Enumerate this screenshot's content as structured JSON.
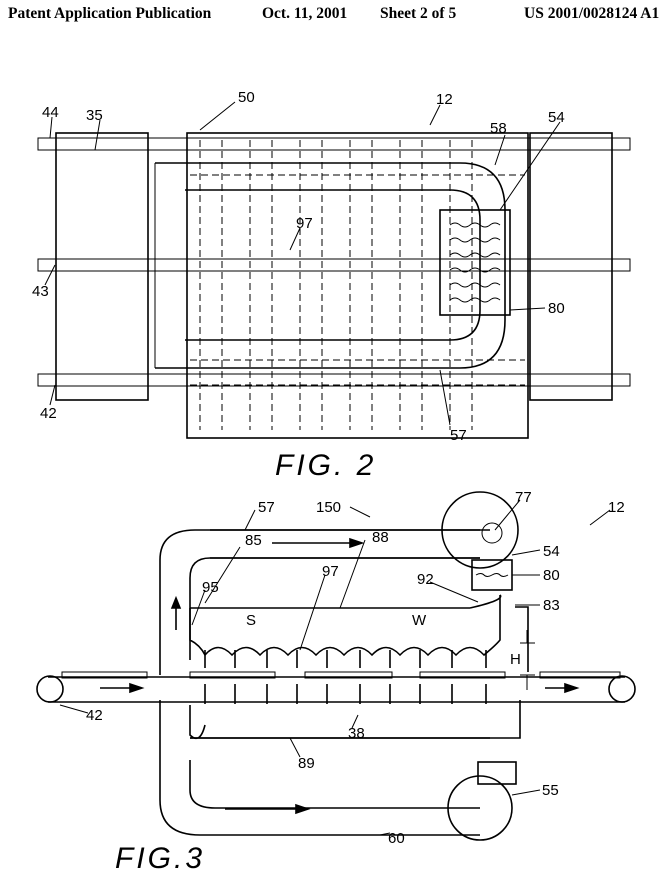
{
  "header": {
    "publication": "Patent Application Publication",
    "date": "Oct. 11, 2001",
    "sheet": "Sheet 2 of 5",
    "number": "US 2001/0028124 A1"
  },
  "fig2": {
    "caption": "FIG. 2",
    "labels": {
      "l12": "12",
      "l50": "50",
      "l58": "58",
      "l54": "54",
      "l44": "44",
      "l35": "35",
      "l97": "97",
      "l43": "43",
      "l80": "80",
      "l42": "42",
      "l57": "57"
    }
  },
  "fig3": {
    "caption": "FIG.3",
    "labels": {
      "l57": "57",
      "l150": "150",
      "l77": "77",
      "l12": "12",
      "l54": "54",
      "l80": "80",
      "l85": "85",
      "l88": "88",
      "l92": "92",
      "l97": "97",
      "l95": "95",
      "lS": "S",
      "lW": "W",
      "l83": "83",
      "lH": "H",
      "l42": "42",
      "l38": "38",
      "l89": "89",
      "l55": "55",
      "l60": "60"
    }
  }
}
